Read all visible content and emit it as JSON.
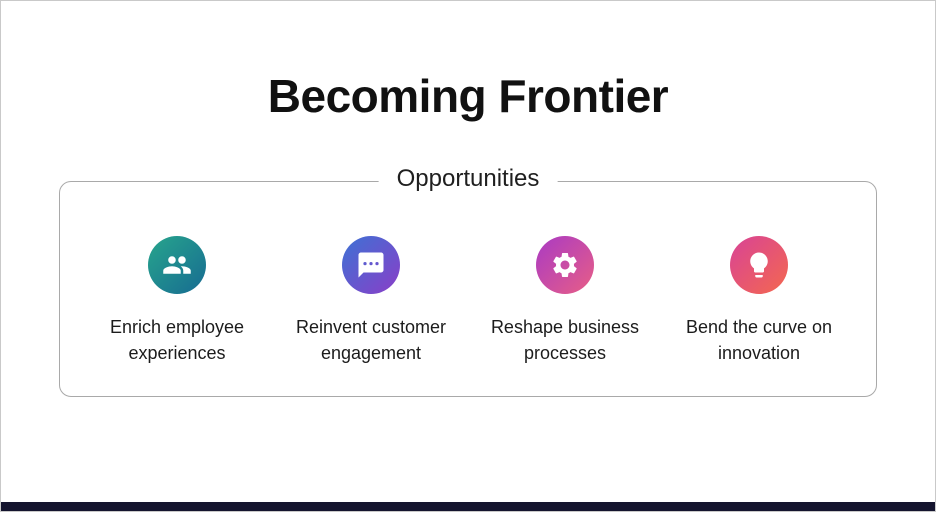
{
  "slide": {
    "title": "Becoming Frontier"
  },
  "opportunities_panel": {
    "legend": "Opportunities",
    "items": [
      {
        "id": "enrich-employee-experiences",
        "icon": "people-icon",
        "lines": [
          "Enrich employee",
          "experiences"
        ],
        "color_from": "#27a58c",
        "color_to": "#176b92"
      },
      {
        "id": "reinvent-customer-engagement",
        "icon": "chat-icon",
        "lines": [
          "Reinvent customer",
          "engagement"
        ],
        "color_from": "#3d72d4",
        "color_to": "#8a3ec8"
      },
      {
        "id": "reshape-business-processes",
        "icon": "gear-icon",
        "lines": [
          "Reshape business",
          "processes"
        ],
        "color_from": "#a93ac4",
        "color_to": "#e85e86"
      },
      {
        "id": "bend-the-curve-on-innovation",
        "icon": "lightbulb-icon",
        "lines": [
          "Bend the curve on",
          "innovation"
        ],
        "color_from": "#d84396",
        "color_to": "#f4684f"
      }
    ]
  },
  "footer": {
    "bar_color": "#14142e"
  }
}
